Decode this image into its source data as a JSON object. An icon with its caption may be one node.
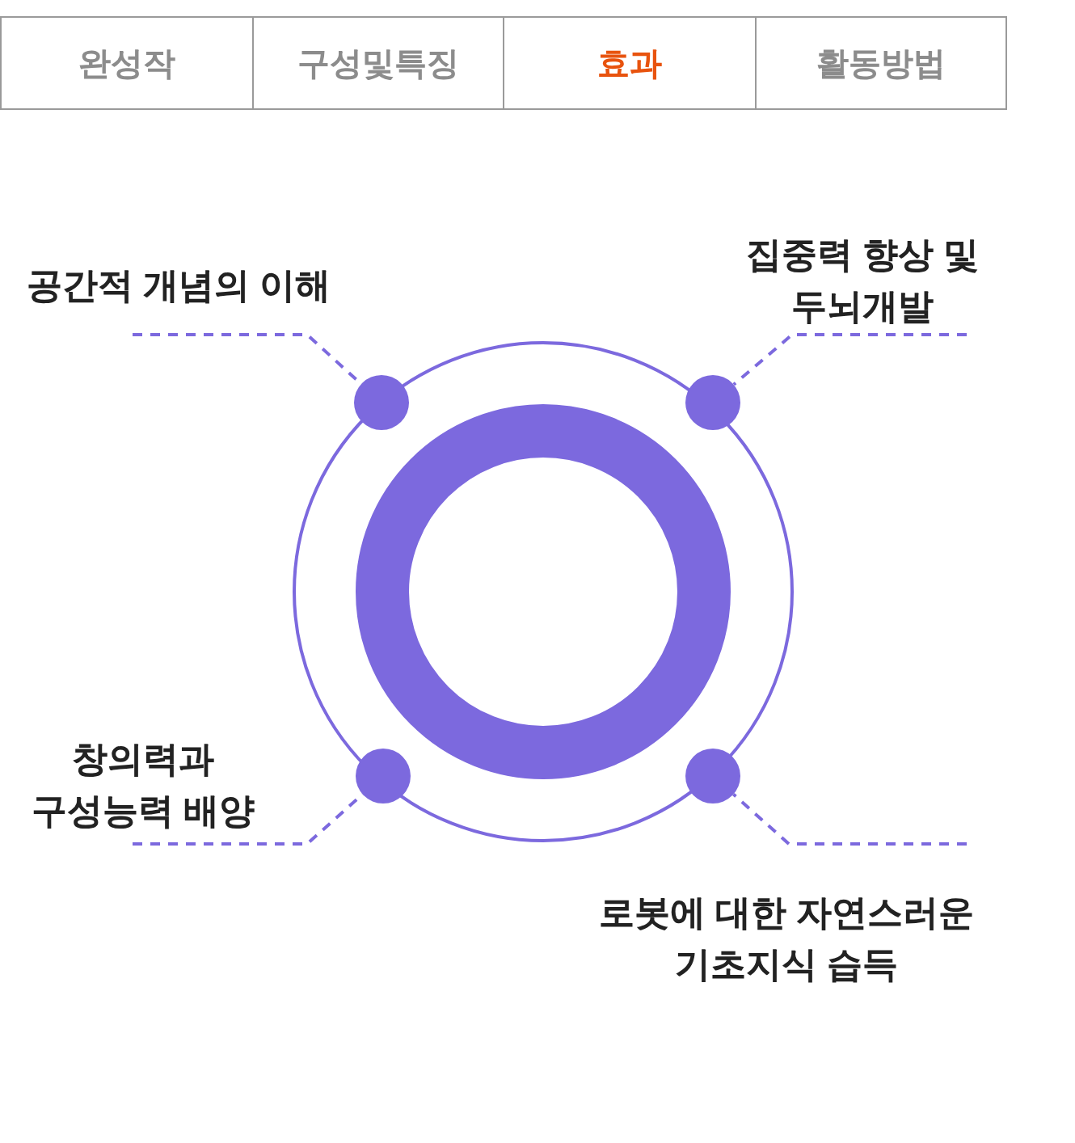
{
  "diagram": {
    "nodes": [
      {
        "text": [
          "완성작"
        ]
      },
      {
        "text": [
          "구성및특징"
        ]
      },
      {
        "text": [
          "효과"
        ]
      },
      {
        "text": [
          "활동방법"
        ]
      },
      {
        "text": [
          "공간적 개념의 이해"
        ]
      },
      {
        "text": [
          "집중력 향상 및 두뇌개발"
        ]
      },
      {
        "text": [],
        "shape": "circle"
      },
      {
        "text": [],
        "shape": "circle"
      },
      {
        "text": [
          "창의력과 구성능력 배양"
        ]
      },
      {
        "text": [],
        "shape": "circle"
      },
      {
        "text": [],
        "shape": "circle"
      },
      {
        "text": [
          "로봇에 대한 자연스러운 기초지식 습득"
        ]
      }
    ],
    "edges": [
      {
        "from": 4,
        "to": 6,
        "arrow": "none",
        "style": "dashed"
      },
      {
        "from": 5,
        "to": 7,
        "arrow": "none",
        "style": "dashed"
      },
      {
        "from": 8,
        "to": 9,
        "arrow": "none",
        "style": "dashed"
      },
      {
        "from": 11,
        "to": 10,
        "arrow": "none",
        "style": "dashed"
      }
    ]
  }
}
